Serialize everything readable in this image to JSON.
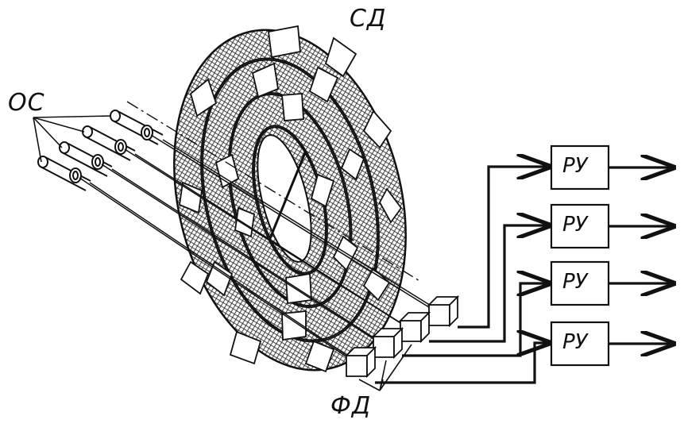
{
  "labels": {
    "fibers": "ОС",
    "disk": "СД",
    "photodetectors": "ФД"
  },
  "blocks": [
    {
      "label": "РУ"
    },
    {
      "label": "РУ"
    },
    {
      "label": "РУ"
    },
    {
      "label": "РУ"
    }
  ],
  "colors": {
    "line": "#111111",
    "background": "#ffffff"
  }
}
